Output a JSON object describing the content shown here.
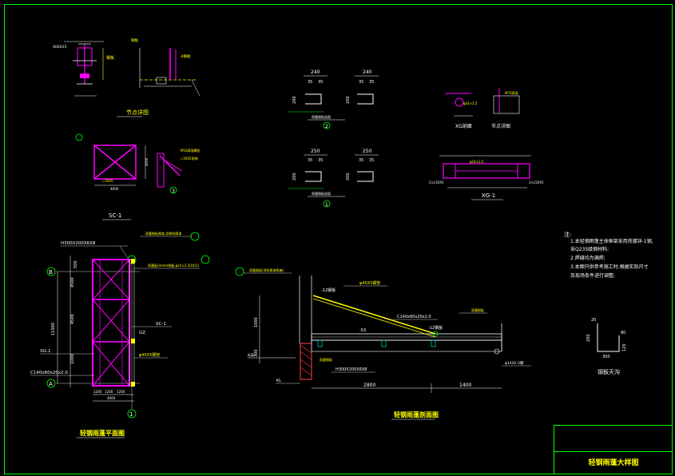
{
  "colors": {
    "background": "#000000",
    "frame": "#00ff00",
    "beam": "#ff00ff",
    "dimension": "#ffffff",
    "text": "#ffff00",
    "annotation": "#00ffff",
    "accent_cyan": "#00ffff",
    "concrete": "#ff4040"
  },
  "titles": {
    "plan": "轻钢雨蓬平面图",
    "section": "轻钢雨蓬剖面图",
    "sheet": "轻钢雨蓬大样图",
    "gutter": "钢板天沟",
    "sc1": "SC-1",
    "xg1": "XG-1",
    "xg_section": "XG剖面",
    "node_detail": "节点详图"
  },
  "notes": {
    "heading": "注:",
    "lines": [
      "1.本轻钢雨蓬主体框架采用热镀锌-1钢,",
      "  采Q235级钢材料;",
      "2.焊缝均为满焊;",
      "3.本图只供参考施工时,根据实际尺寸",
      "  及现场条件进行调整;"
    ]
  },
  "plan_labels": {
    "h_beam": "H300X200X6X8",
    "xg1": "XG-1",
    "c_purlin": "C140x60x20x2.0",
    "sc1": "SC-1",
    "gz": "GZ",
    "pipe": "φ45X5钢管",
    "axis_b": "B",
    "axis_a": "A",
    "axis_1": "1",
    "axis_2": "2",
    "dim_total": "11000",
    "dims_left": [
      "500",
      "4500",
      "4500",
      "1000"
    ],
    "dims_bottom": [
      "1200",
      "1200",
      "1200"
    ],
    "dim_width": "4000"
  },
  "section_labels": {
    "h_beam": "H300X200X6X8",
    "c_purlin": "C140x60x20x2.0",
    "pipe": "φ45X5钢管",
    "rod": "φ14X2.5钢",
    "plate1": "-12钢板",
    "plate2": "-12钢板",
    "dim_1000": "1000",
    "dim_300": "300",
    "dim_2800": "2800",
    "dim_1400": "1400",
    "level": "标高",
    "axis": "1",
    "ref": "KL"
  },
  "details": {
    "d1_dims": [
      "250",
      "250"
    ],
    "d2_dims": [
      "240",
      "240"
    ],
    "d1_sub": [
      "35",
      "35",
      "35",
      "35"
    ],
    "d2_sub": [
      "35",
      "35",
      "35",
      "35"
    ],
    "d1_heights": [
      "200",
      "200"
    ],
    "d2_heights": [
      "200",
      "200"
    ],
    "num_1": "1",
    "num_2": "2",
    "num_3": "3",
    "xg1_left": "2×L50X5",
    "xg1_right": "2×L50X5",
    "xg1_rod": "φ14×2.5",
    "gutter_dims": [
      "20",
      "200",
      "300",
      "80",
      "120"
    ]
  }
}
